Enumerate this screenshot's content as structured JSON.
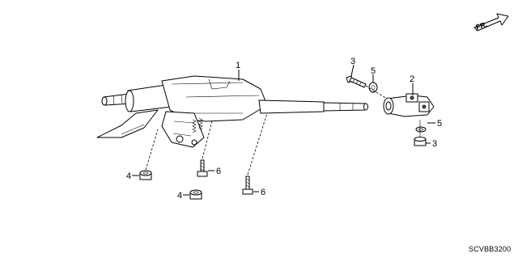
{
  "diagram": {
    "diagram_code": "SCVBB3200",
    "direction_marker": "FR.",
    "callouts": [
      {
        "id": "c1",
        "number": "1"
      },
      {
        "id": "c2",
        "number": "2"
      },
      {
        "id": "c3a",
        "number": "3"
      },
      {
        "id": "c3b",
        "number": "3"
      },
      {
        "id": "c4a",
        "number": "4"
      },
      {
        "id": "c4b",
        "number": "4"
      },
      {
        "id": "c5a",
        "number": "5"
      },
      {
        "id": "c5b",
        "number": "5"
      },
      {
        "id": "c6a",
        "number": "6"
      },
      {
        "id": "c6b",
        "number": "6"
      }
    ]
  }
}
